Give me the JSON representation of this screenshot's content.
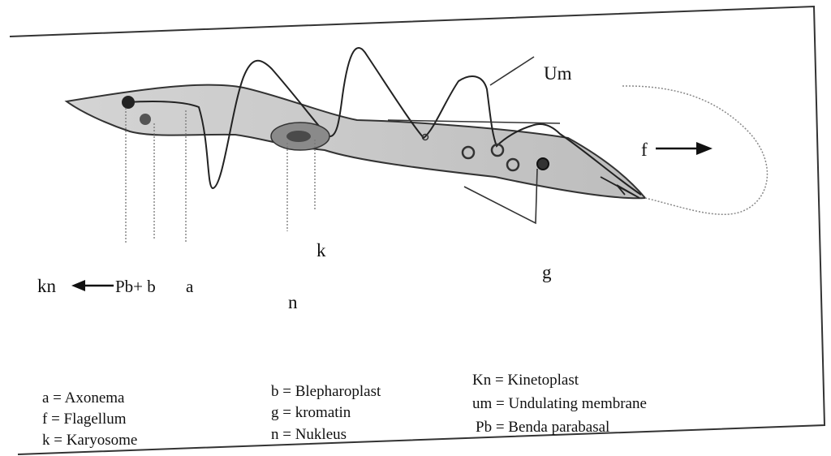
{
  "labels": {
    "um": "Um",
    "f": "f",
    "k": "k",
    "kn": "kn",
    "pb_b": "Pb+ b",
    "a": "a",
    "n": "n",
    "g": "g"
  },
  "legend": {
    "col1": [
      "a  =  Axonema",
      "f  =  Flagellum",
      "k  =  Karyosome"
    ],
    "col2": [
      "b = Blepharoplast",
      "g = kromatin",
      "n = Nukleus"
    ],
    "col3": [
      "Kn  =  Kinetoplast",
      "um  = Undulating  membrane",
      "Pb   = Benda parabasal"
    ]
  },
  "colors": {
    "body_fill": "#cfcfcf",
    "nucleus_fill": "#8a8a8a",
    "karyosome_fill": "#4a4a4a",
    "frame": "#333333"
  }
}
